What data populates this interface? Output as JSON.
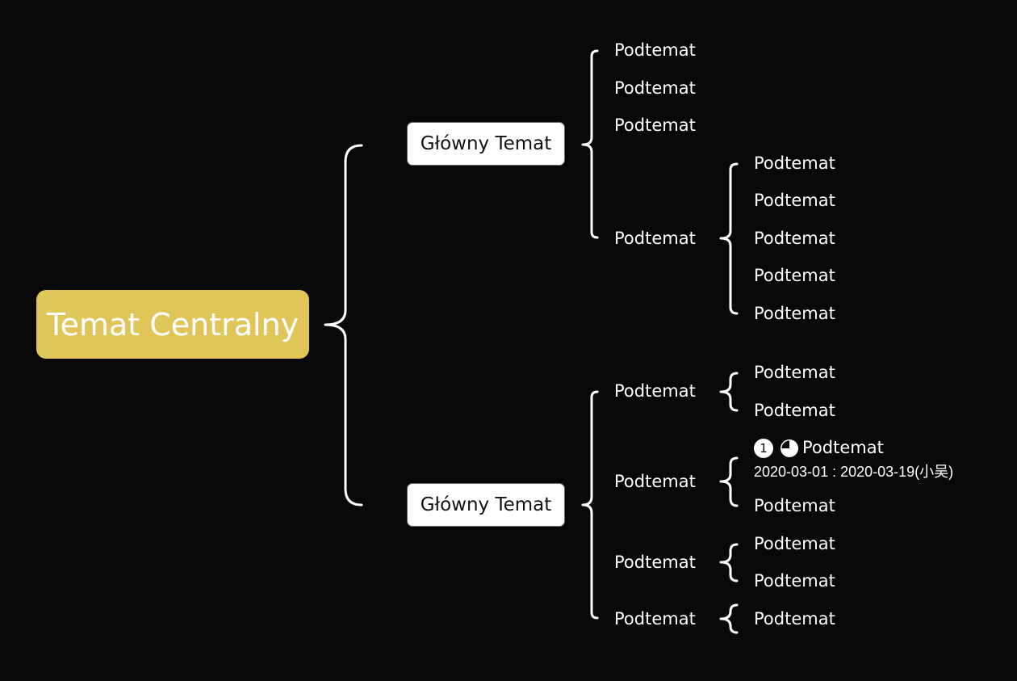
{
  "central": {
    "label": "Temat Centralny"
  },
  "main_topics": [
    {
      "label": "Główny Temat",
      "subtopics": [
        {
          "label": "Podtemat",
          "children": []
        },
        {
          "label": "Podtemat",
          "children": []
        },
        {
          "label": "Podtemat",
          "children": []
        },
        {
          "label": "Podtemat",
          "children": [
            "Podtemat",
            "Podtemat",
            "Podtemat",
            "Podtemat",
            "Podtemat"
          ]
        }
      ]
    },
    {
      "label": "Główny Temat",
      "subtopics": [
        {
          "label": "Podtemat",
          "children": [
            "Podtemat",
            "Podtemat"
          ]
        },
        {
          "label": "Podtemat",
          "children": [
            "Podtemat",
            "Podtemat"
          ]
        },
        {
          "label": "Podtemat",
          "children": [
            "Podtemat",
            "Podtemat"
          ]
        },
        {
          "label": "Podtemat",
          "children": [
            "Podtemat"
          ]
        }
      ]
    }
  ],
  "task": {
    "priority": "1",
    "progress": 0.75,
    "date_range": "2020-03-01 : 2020-03-19(小吴)"
  },
  "colors": {
    "background": "#080808",
    "central_fill": "#e0c659",
    "line": "#ffffff"
  }
}
